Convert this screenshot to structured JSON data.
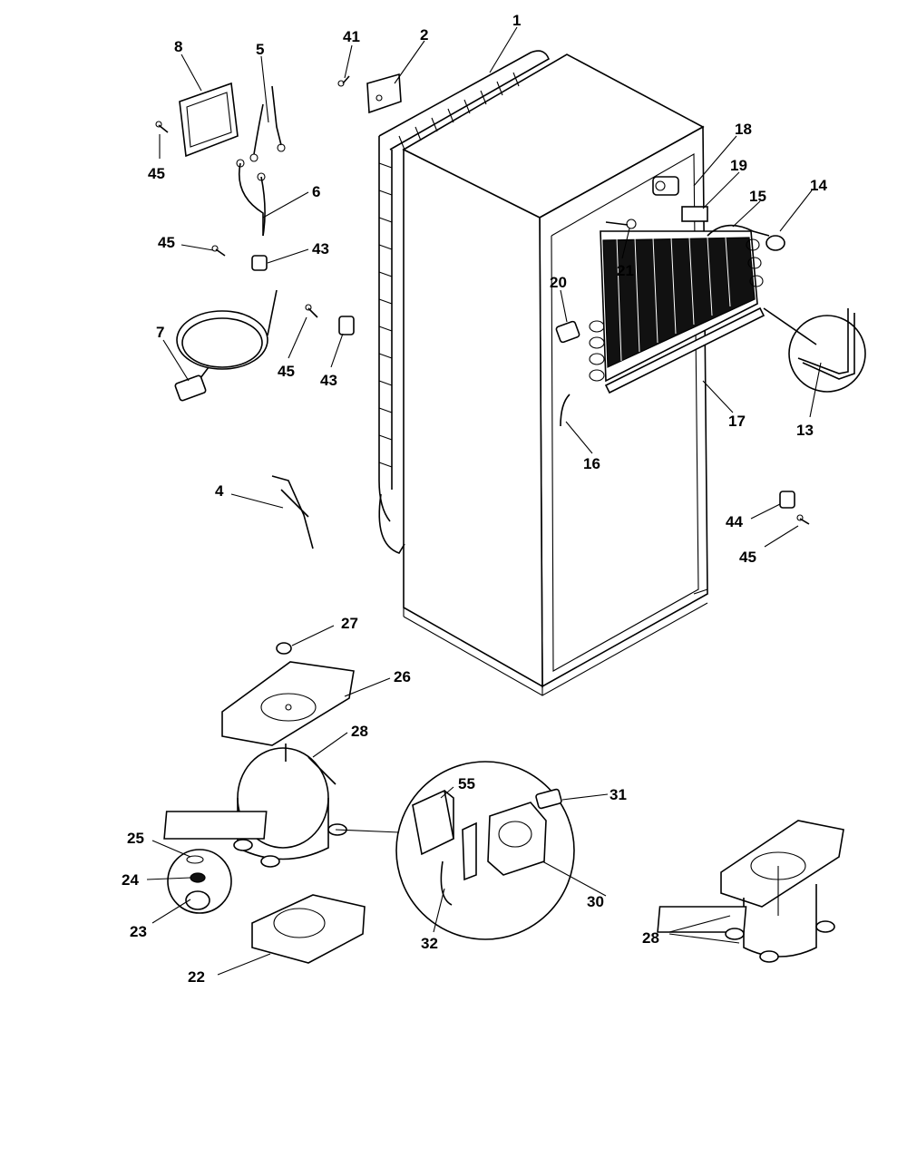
{
  "callouts": {
    "c1": "1",
    "c2": "2",
    "c4": "4",
    "c5": "5",
    "c6": "6",
    "c7": "7",
    "c8": "8",
    "c13": "13",
    "c14": "14",
    "c15": "15",
    "c16": "16",
    "c17": "17",
    "c18": "18",
    "c19": "19",
    "c20": "20",
    "c21": "21",
    "c22": "22",
    "c23": "23",
    "c24": "24",
    "c25": "25",
    "c26": "26",
    "c27": "27",
    "c28a": "28",
    "c28b": "28",
    "c30": "30",
    "c31": "31",
    "c32": "32",
    "c41": "41",
    "c43a": "43",
    "c43b": "43",
    "c44": "44",
    "c45a": "45",
    "c45b": "45",
    "c45c": "45",
    "c45d": "45",
    "c55": "55"
  }
}
